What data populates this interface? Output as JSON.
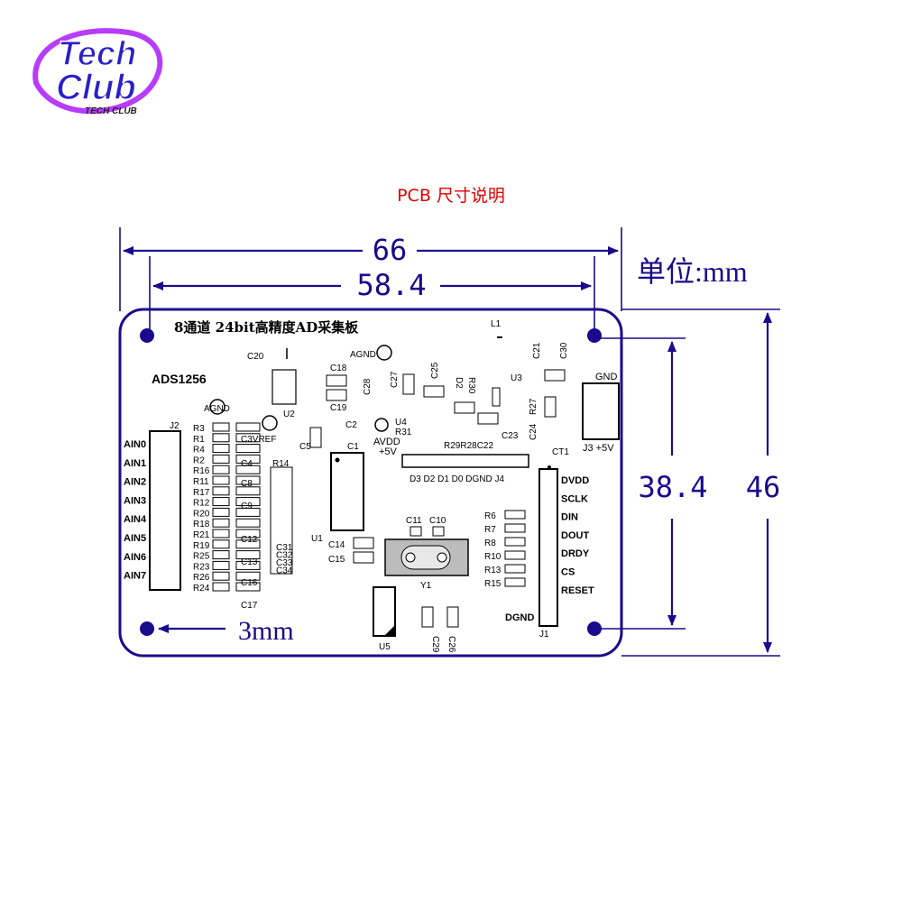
{
  "heading": "PCB 尺寸说明",
  "logo": {
    "line1": "Tech",
    "line2": "Club",
    "tagline": "TECH CLUB"
  },
  "dimensions": {
    "overall_width": "66",
    "hole_spacing_width": "58.4",
    "unit": "单位:mm",
    "hole_spacing_height": "38.4",
    "overall_height": "46",
    "hole_offset": "3mm"
  },
  "board": {
    "title": "8通道 24bit高精度AD采集板",
    "chip": "ADS1256",
    "analog_inputs": [
      "AIN0",
      "AIN1",
      "AIN2",
      "AIN3",
      "AIN4",
      "AIN5",
      "AIN6",
      "AIN7"
    ],
    "digital_pins": [
      "DVDD",
      "SCLK",
      "DIN",
      "DOUT",
      "DRDY",
      "CS",
      "RESET"
    ],
    "dgnd": "DGND",
    "gnd": "GND",
    "plus5v": "J3 +5V",
    "agnd": "AGND",
    "avdd": "AVDD",
    "avdd_value": "+5V",
    "d_labels": "D3  D2  D1  D0  DGND J4",
    "r29_row": "R29R28C22",
    "left_resistors": [
      "R3",
      "R1",
      "R4",
      "R2",
      "R16",
      "R11",
      "R17",
      "R12",
      "R20",
      "R18",
      "R21",
      "R19",
      "R25",
      "R23",
      "R26",
      "R24"
    ],
    "left_caps": [
      "C3VREF",
      "C4",
      "C8",
      "C9",
      "C12",
      "C13",
      "C16",
      "C17"
    ],
    "caps_group": [
      "C31",
      "C32",
      "C33",
      "C34"
    ],
    "right_resistors": [
      "R6",
      "R7",
      "R8",
      "R10",
      "R13",
      "R15"
    ],
    "labels": {
      "j2": "J2",
      "j1": "J1",
      "u1": "U1",
      "u2": "U2",
      "u3": "U3",
      "u4": "U4",
      "u5": "U5",
      "y1": "Y1",
      "l1": "L1",
      "c1": "C1",
      "c2": "C2",
      "c5": "C5",
      "c18": "C18",
      "c19": "C19",
      "c20": "C20",
      "c25": "C25",
      "c27": "C27",
      "c28": "C28",
      "c21": "C21",
      "c30": "C30",
      "r27": "R27",
      "c24": "C24",
      "c23": "C23",
      "ct1": "CT1",
      "r30": "R30",
      "d2": "D2",
      "r31": "R31",
      "r14": "R14",
      "c14": "C14",
      "c15": "C15",
      "c11": "C11",
      "c10": "C10",
      "c29": "C29",
      "c26": "C26"
    }
  },
  "colors": {
    "outline": "#1a0a8c",
    "heading": "#e00000",
    "logo_fill": "#2a20c8",
    "logo_glow": "#b83cff"
  }
}
